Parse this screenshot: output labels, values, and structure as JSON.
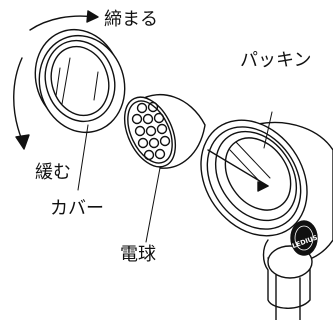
{
  "labels": {
    "tighten": "締まる",
    "loosen": "緩む",
    "cover": "カバー",
    "packing": "パッキン",
    "bulb": "電球"
  },
  "brand": "LEDIUS"
}
